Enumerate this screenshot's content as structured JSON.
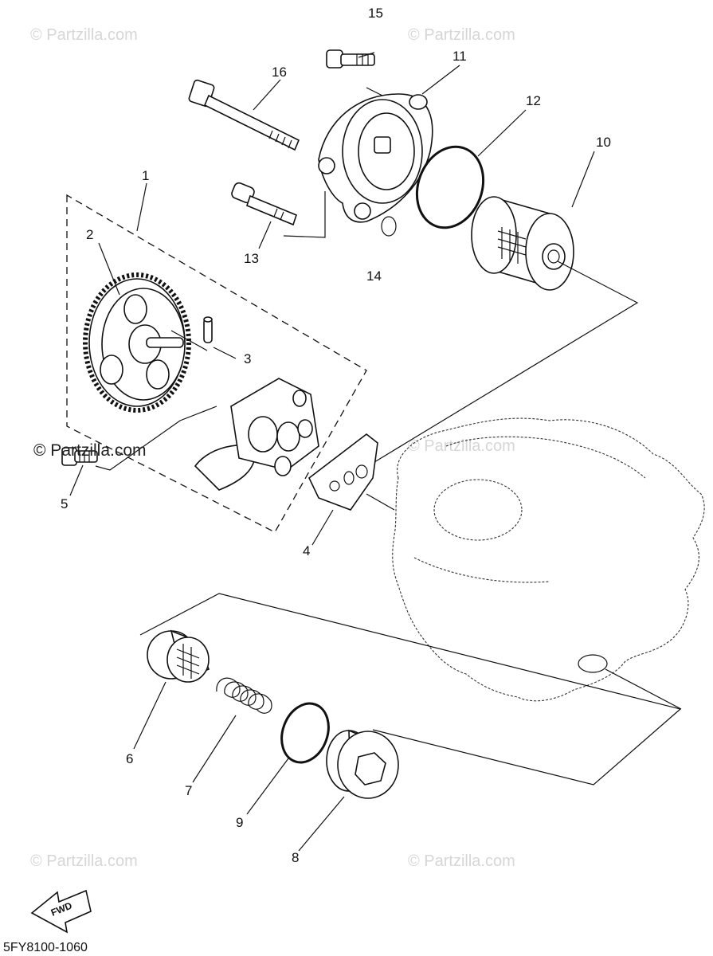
{
  "watermarks": {
    "top_left": "© Partzilla.com",
    "top_right": "© Partzilla.com",
    "mid_main": "© Partzilla.com",
    "mid_right": "© Partzilla.com",
    "bottom_left": "© Partzilla.com",
    "bottom_right": "© Partzilla.com"
  },
  "callouts": {
    "p1": "1",
    "p2": "2",
    "p3": "3",
    "p4": "4",
    "p5": "5",
    "p6": "6",
    "p7": "7",
    "p8": "8",
    "p9": "9",
    "p10": "10",
    "p11": "11",
    "p12": "12",
    "p13": "13",
    "p14": "14",
    "p15": "15",
    "p16": "16"
  },
  "fwd_arrow": {
    "label": "FWD"
  },
  "diagram_code": "5FY8100-1060",
  "colors": {
    "line": "#111111",
    "watermark": "#d6d6d6",
    "background": "#ffffff"
  },
  "icons": [
    "fwd-arrow-icon",
    "copyright-icon"
  ]
}
